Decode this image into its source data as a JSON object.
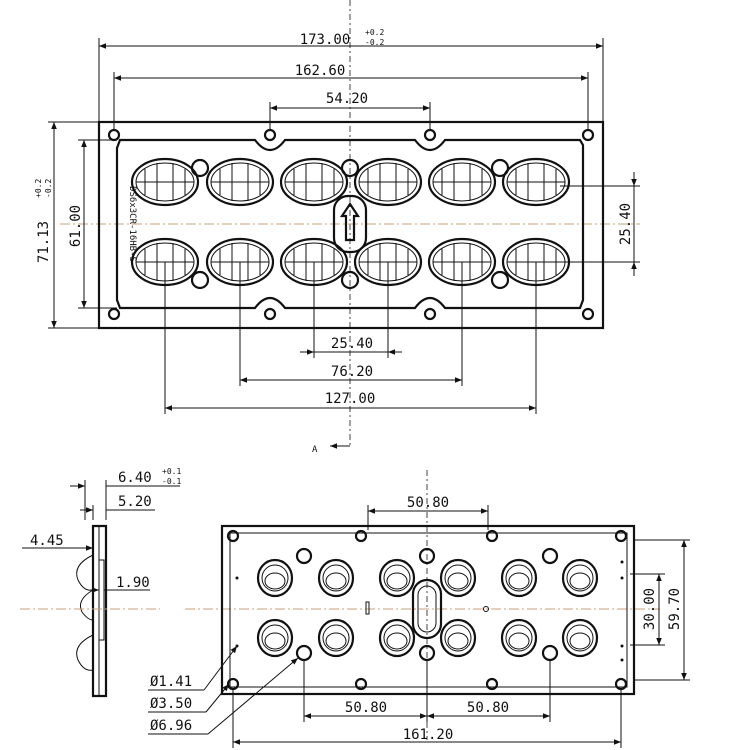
{
  "top_view": {
    "dims": {
      "overall_length": "173.00",
      "overall_length_tol_plus": "+0.2",
      "overall_length_tol_minus": "-0.2",
      "hole_span": "162.60",
      "inner_hole_span": "54.20",
      "overall_height": "71.13",
      "overall_height_tol_plus": "+0.2",
      "overall_height_tol_minus": "-0.2",
      "inner_height": "61.00",
      "row_pitch": "25.40",
      "lens_pitch": "25.40",
      "lens_span_mid": "76.20",
      "lens_span_outer": "127.00"
    },
    "part_marking": "DS6x3CR-16HB-S",
    "section_marker": "A"
  },
  "side_view": {
    "dims": {
      "thickness": "6.40",
      "thickness_tol_plus": "+0.1",
      "thickness_tol_minus": "-0.1",
      "body_thickness": "5.20",
      "flange": "4.45",
      "lip": "1.90"
    }
  },
  "bottom_view": {
    "dims": {
      "top_hole_span": "50.80",
      "height_inner": "30.00",
      "height_outer": "59.70",
      "hole_dia_1": "Ø1.41",
      "hole_dia_2": "Ø3.50",
      "hole_dia_3": "Ø6.96",
      "bottom_span_left": "50.80",
      "bottom_span_right": "50.80",
      "overall_width": "161.20"
    }
  }
}
